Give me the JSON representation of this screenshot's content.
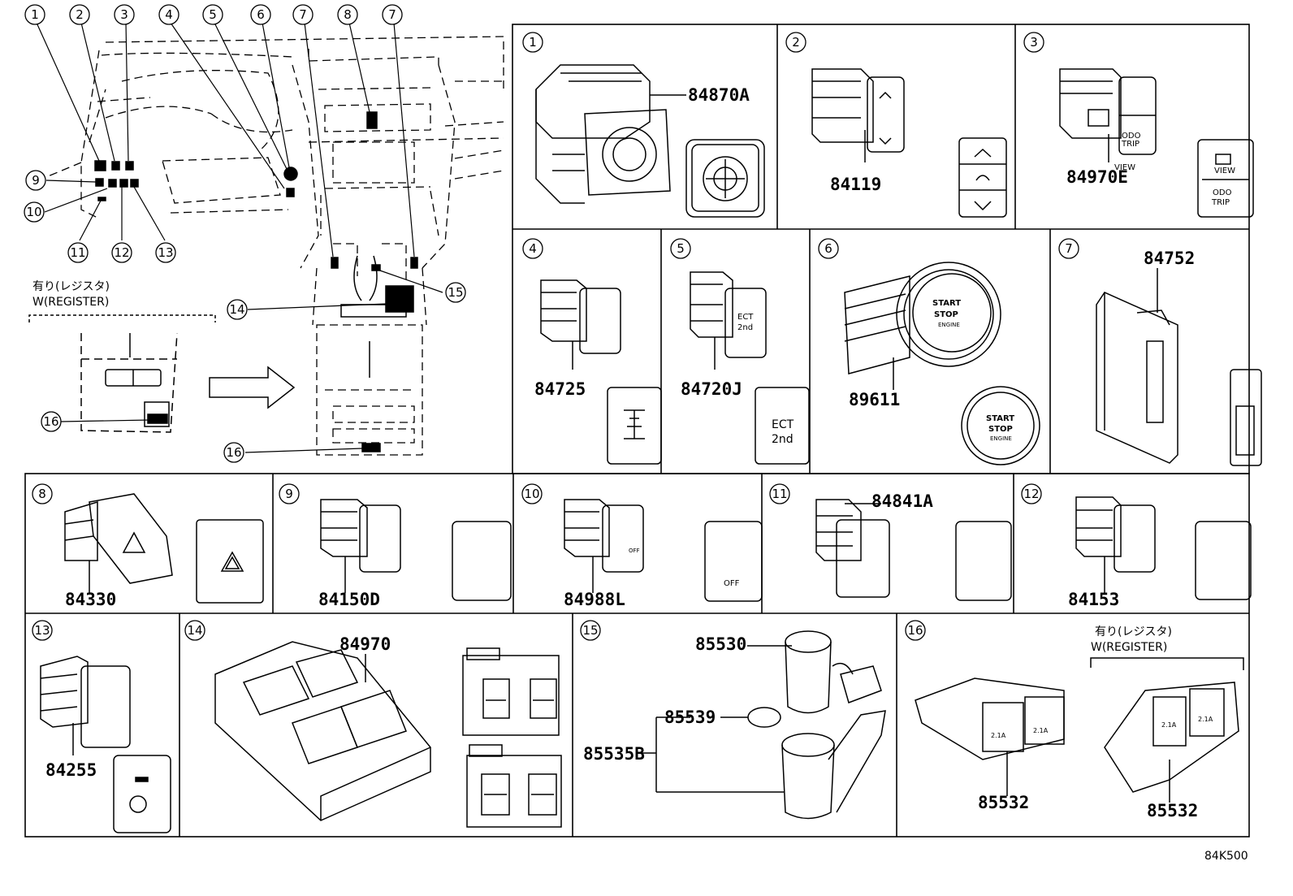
{
  "overview": {
    "callouts": [
      "1",
      "2",
      "3",
      "4",
      "5",
      "6",
      "7",
      "8",
      "7",
      "9",
      "10",
      "11",
      "12",
      "13",
      "14",
      "15",
      "16",
      "16"
    ],
    "register_label_jp": "有り(レジスタ)",
    "register_label_en": "W(REGISTER)"
  },
  "panels": [
    {
      "index": "1",
      "part_numbers": [
        "84870A"
      ],
      "icon": "mirror-adjust-switch",
      "labels": []
    },
    {
      "index": "2",
      "part_numbers": [
        "84119"
      ],
      "icon": "dimmer-switch",
      "labels": []
    },
    {
      "index": "3",
      "part_numbers": [
        "84970E"
      ],
      "icon": "view-odo-switch",
      "labels": [
        "VIEW",
        "ODO",
        "TRIP"
      ]
    },
    {
      "index": "4",
      "part_numbers": [
        "84725"
      ],
      "icon": "diff-lock-switch",
      "labels": []
    },
    {
      "index": "5",
      "part_numbers": [
        "84720J"
      ],
      "icon": "ect-switch",
      "labels": [
        "ECT",
        "2nd"
      ]
    },
    {
      "index": "6",
      "part_numbers": [
        "89611"
      ],
      "icon": "push-start-switch",
      "labels": [
        "START",
        "STOP",
        "ENGINE"
      ]
    },
    {
      "index": "7",
      "part_numbers": [
        "84752"
      ],
      "icon": "seat-heater-switch",
      "labels": []
    },
    {
      "index": "8",
      "part_numbers": [
        "84330"
      ],
      "icon": "hazard-switch",
      "labels": []
    },
    {
      "index": "9",
      "part_numbers": [
        "84150D"
      ],
      "icon": "headlamp-cleaner-switch",
      "labels": []
    },
    {
      "index": "10",
      "part_numbers": [
        "84988L"
      ],
      "icon": "vsc-off-switch",
      "labels": [
        "OFF"
      ]
    },
    {
      "index": "11",
      "part_numbers": [
        "84841A"
      ],
      "icon": "fuel-door-switch",
      "labels": []
    },
    {
      "index": "12",
      "part_numbers": [
        "84153"
      ],
      "icon": "auto-high-beam-switch",
      "labels": []
    },
    {
      "index": "13",
      "part_numbers": [
        "84255"
      ],
      "icon": "steering-heater-switch",
      "labels": []
    },
    {
      "index": "14",
      "part_numbers": [
        "84970"
      ],
      "icon": "console-switch-panel",
      "labels": []
    },
    {
      "index": "15",
      "part_numbers": [
        "85530",
        "85539",
        "85535B"
      ],
      "icon": "cigarette-lighter",
      "labels": []
    },
    {
      "index": "16",
      "part_numbers": [
        "85532",
        "85532"
      ],
      "icon": "usb-socket",
      "labels": [
        "2.1A",
        "2.1A"
      ]
    }
  ],
  "panel16_register_jp": "有り(レジスタ)",
  "panel16_register_en": "W(REGISTER)",
  "diagram_code": "84K500"
}
